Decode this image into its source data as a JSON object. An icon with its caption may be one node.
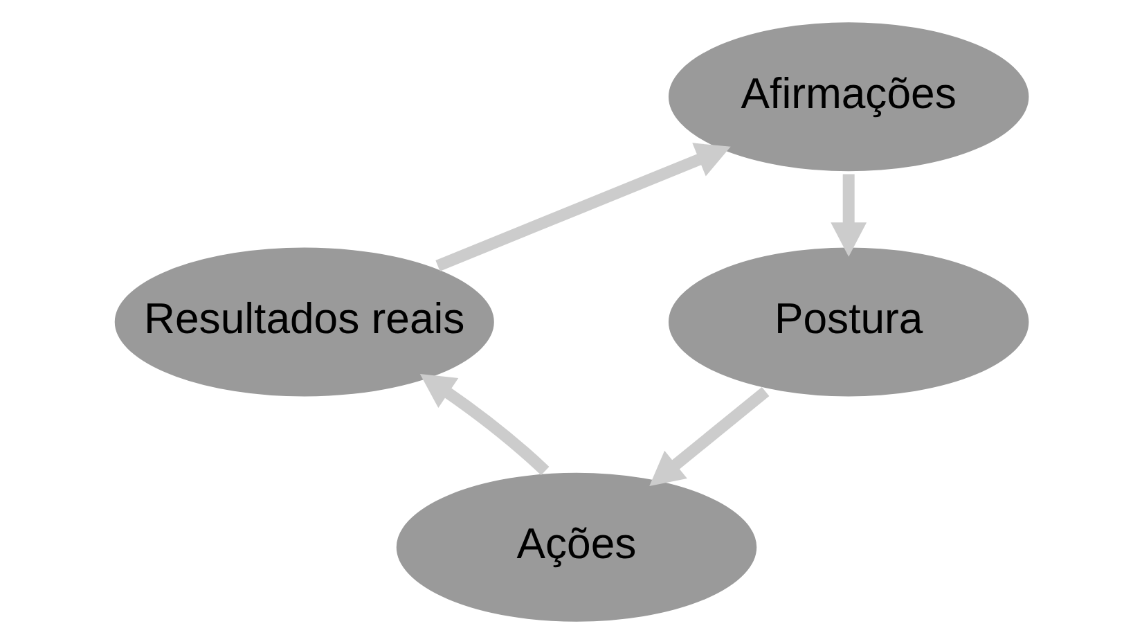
{
  "diagram": {
    "nodes": [
      {
        "text": [
          "Afirmações"
        ]
      },
      {
        "text": [
          "Postura"
        ]
      },
      {
        "text": [
          "Ações"
        ]
      },
      {
        "text": [
          "Resultados reais"
        ]
      }
    ],
    "edges": [
      {
        "from": 0,
        "to": 1,
        "arrow": "to"
      },
      {
        "from": 1,
        "to": 2,
        "arrow": "to"
      },
      {
        "from": 2,
        "to": 3,
        "arrow": "to"
      },
      {
        "from": 3,
        "to": 0,
        "arrow": "to"
      }
    ]
  }
}
